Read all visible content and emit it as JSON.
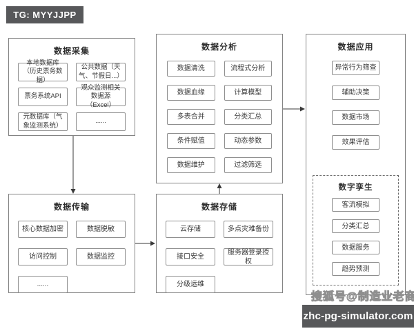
{
  "badges": {
    "tg": "TG: MYYJJPP",
    "site": "zhc-pg-simulator.com",
    "watermark": "搜狐号@制造业老商"
  },
  "colors": {
    "badge_bg": "#57585a",
    "badge_text": "#ffffff",
    "box_border": "#838383",
    "node_border": "#8e8e8e",
    "text": "#3a3a3a",
    "arrow": "#3a3a3a"
  },
  "diagram": {
    "collect": {
      "title": "数据采集",
      "items": [
        "本地数据库（历史票务数据）",
        "公共数据（天气、节假日...）",
        "票务系统API",
        "观众监测相关数据源（Excel）",
        "元数据库（气象监测系统）",
        "......"
      ]
    },
    "transmit": {
      "title": "数据传输",
      "items": [
        "核心数据加密",
        "数据脱敏",
        "访问控制",
        "数据监控",
        "......"
      ]
    },
    "analysis": {
      "title": "数据分析",
      "items": [
        "数据清洗",
        "流程式分析",
        "数据血缘",
        "计算模型",
        "多表合并",
        "分类汇总",
        "条件赋值",
        "动态参数",
        "数据维护",
        "过滤筛选"
      ]
    },
    "storage": {
      "title": "数据存储",
      "items": [
        "云存储",
        "多点灾难备份",
        "接口安全",
        "服务器登录授权",
        "分级运维"
      ]
    },
    "application": {
      "title": "数据应用",
      "items": [
        "异常行为筛查",
        "辅助决策",
        "数据市场",
        "效果评估"
      ]
    },
    "twin": {
      "title": "数字孪生",
      "items": [
        "客流模拟",
        "分类汇总",
        "数据服务",
        "趋势预测"
      ]
    },
    "flow": [
      {
        "from": "数据采集",
        "to": "数据传输"
      },
      {
        "from": "数据传输",
        "to": "数据存储"
      },
      {
        "from": "数据存储",
        "to": "数据分析"
      },
      {
        "from": "数据分析",
        "to": "数据应用"
      }
    ]
  }
}
